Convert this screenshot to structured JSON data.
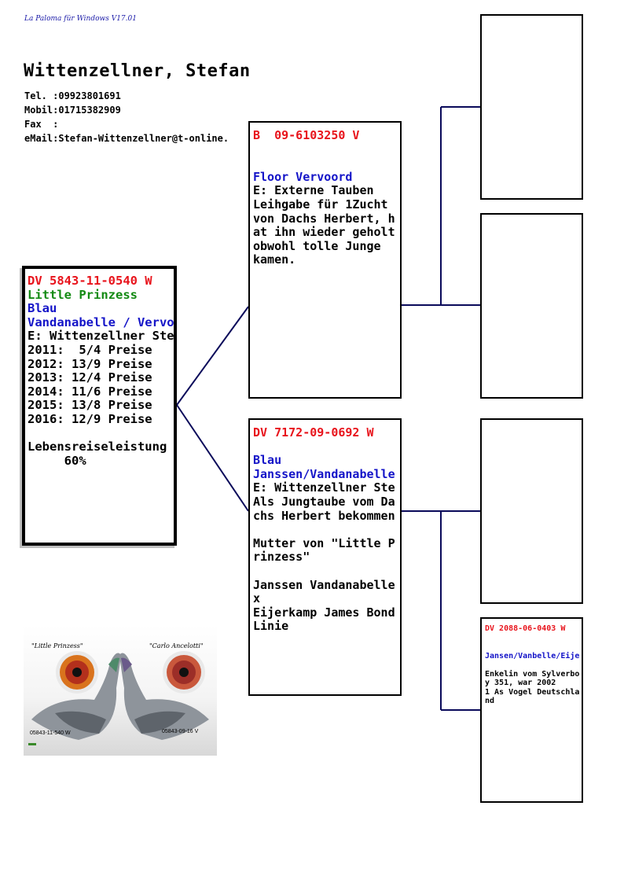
{
  "app_title": "La Paloma für Windows V17.01",
  "owner": {
    "name": "Wittenzellner, Stefan",
    "contact": [
      "Tel. :09923801691",
      "Mobil:01715382909",
      "Fax  :",
      "eMail:Stefan-Wittenzellner@t-online."
    ]
  },
  "main_pigeon": {
    "ring": "DV 5843-11-0540 W",
    "name": "Little Prinzess",
    "color": "Blau",
    "lineage": "Vandanabelle / Vervo",
    "breeder": "E: Wittenzellner Ste",
    "results": [
      "2011:  5/4 Preise",
      "2012: 13/9 Preise",
      "2013: 12/4 Preise",
      "2014: 11/6 Preise",
      "2015: 13/8 Preise",
      "2016: 12/9 Preise"
    ],
    "lifetime_label": "Lebensreiseleistung",
    "lifetime_value": "     60%"
  },
  "father": {
    "ring": "B  09-6103250 V",
    "name": "Floor Vervoord",
    "notes": [
      "E: Externe Tauben",
      "Leihgabe für 1Zucht",
      "von Dachs Herbert, h",
      "at ihn wieder geholt",
      "obwohl tolle Junge",
      "kamen."
    ]
  },
  "mother": {
    "ring": "DV 7172-09-0692 W",
    "color": "Blau",
    "lineage": "Janssen/Vandanabelle",
    "notes": [
      "E: Wittenzellner Ste",
      "Als Jungtaube vom Da",
      "chs Herbert bekommen"
    ],
    "notes2": [
      "Mutter von \"Little P",
      "rinzess\""
    ],
    "notes3": [
      "Janssen Vandanabelle",
      "x",
      "Eijerkamp James Bond",
      "Linie"
    ]
  },
  "grandmother_mm": {
    "ring": "DV 2088-06-0403 W",
    "lineage": "Jansen/Vanbelle/Eije",
    "notes": [
      "Enkelin vom Sylverbo",
      "y 351, war 2002",
      "1 As Vogel Deutschla",
      "nd"
    ]
  },
  "photo": {
    "left_name": "\"Little Prinzess\"",
    "right_name": "\"Carlo Ancelotti\"",
    "left_ring": "05843-11-540 W",
    "right_ring": "05843-09-16 V"
  },
  "colors": {
    "ring": "#e8141c",
    "name_main": "#138a13",
    "info": "#1414c8",
    "connector": "#0a0a5a"
  }
}
